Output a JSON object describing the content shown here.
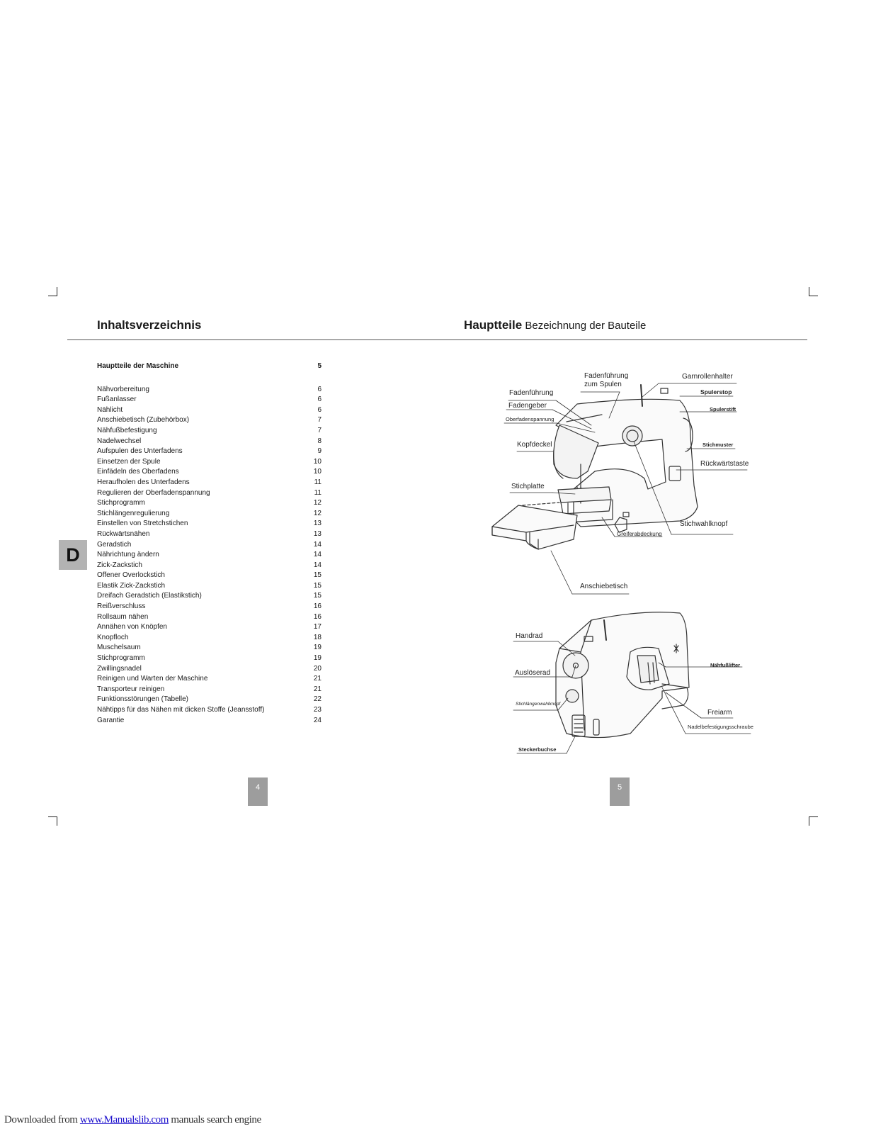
{
  "left_page": {
    "title": "Inhaltsverzeichnis",
    "main_entry": {
      "label": "Hauptteile der Maschine",
      "page": "5"
    },
    "entries": [
      {
        "label": "Nähvorbereitung",
        "page": "6"
      },
      {
        "label": "Fußanlasser",
        "page": "6"
      },
      {
        "label": "Nählicht",
        "page": "6"
      },
      {
        "label": "Anschiebetisch (Zubehörbox)",
        "page": "7"
      },
      {
        "label": "Nähfußbefestigung",
        "page": "7"
      },
      {
        "label": "Nadelwechsel",
        "page": "8"
      },
      {
        "label": "Aufspulen des Unterfadens",
        "page": "9"
      },
      {
        "label": "Einsetzen der Spule",
        "page": "10"
      },
      {
        "label": "Einfädeln des Oberfadens",
        "page": "10"
      },
      {
        "label": "Heraufholen des Unterfadens",
        "page": "11"
      },
      {
        "label": "Regulieren der Oberfadenspannung",
        "page": "11"
      },
      {
        "label": "Stichprogramm",
        "page": "12"
      },
      {
        "label": "Stichlängenregulierung",
        "page": "12"
      },
      {
        "label": "Einstellen von Stretchstichen",
        "page": "13"
      },
      {
        "label": "Rückwärtsnähen",
        "page": "13"
      },
      {
        "label": "Geradstich",
        "page": "14"
      },
      {
        "label": "Nährichtung ändern",
        "page": "14"
      },
      {
        "label": "Zick-Zackstich",
        "page": "14"
      },
      {
        "label": "Offener Overlockstich",
        "page": "15"
      },
      {
        "label": "Elastik Zick-Zackstich",
        "page": "15"
      },
      {
        "label": "Dreifach Geradstich (Elastikstich)",
        "page": "15"
      },
      {
        "label": "Reißverschluss",
        "page": "16"
      },
      {
        "label": "Rollsaum nähen",
        "page": "16"
      },
      {
        "label": "Annähen von Knöpfen",
        "page": "17"
      },
      {
        "label": "Knopfloch",
        "page": "18"
      },
      {
        "label": "Muschelsaum",
        "page": "19"
      },
      {
        "label": "Stichprogramm",
        "page": "19"
      },
      {
        "label": "Zwillingsnadel",
        "page": "20"
      },
      {
        "label": "Reinigen und Warten der Maschine",
        "page": "21"
      },
      {
        "label": "Transporteur reinigen",
        "page": "21"
      },
      {
        "label": "Funktionsstörungen (Tabelle)",
        "page": "22"
      },
      {
        "label": "Nähtipps für das Nähen mit dicken Stoffe (Jeansstoff)",
        "page": "23"
      },
      {
        "label": "Garantie",
        "page": "24"
      }
    ],
    "language_tab": "D",
    "page_number": "4"
  },
  "right_page": {
    "title_bold": "Hauptteile",
    "title_rest": " Bezeichnung der Bauteile",
    "page_number": "5",
    "front_view_labels": {
      "fadenfuehrung_spulen_1": "Fadenführung",
      "fadenfuehrung_spulen_2": "zum Spulen",
      "garnrollenhalter": "Garnrollenhalter",
      "spulerstop": "Spulerstop",
      "spulerstift": "Spulerstift",
      "fadenfuehrung": "Fadenführung",
      "fadengeber": "Fadengeber",
      "oberfadenspannung": "Oberfadenspannung",
      "kopfdeckel": "Kopfdeckel",
      "stichmuster": "Stichmuster",
      "rueckwaertstaste": "Rückwärtstaste",
      "stichplatte": "Stichplatte",
      "stichwahlknopf": "Stichwahlknopf",
      "greiferabdeckung": "Greiferabdeckung",
      "anschiebetisch": "Anschiebetisch"
    },
    "back_view_labels": {
      "handrad": "Handrad",
      "ausloeserad": "Auslöserad",
      "stichlaengenwahlknopf": "Stichlängenwahlknopf",
      "naehfusslifter": "Nähfußlifter",
      "freiarm": "Freiarm",
      "nadelbefestigungsschraube": "Nadelbefestigungsschraube",
      "steckerbuchse": "Steckerbuchse"
    }
  },
  "footer": {
    "prefix": "Downloaded from ",
    "link": "www.Manualslib.com",
    "suffix": "  manuals search engine"
  }
}
